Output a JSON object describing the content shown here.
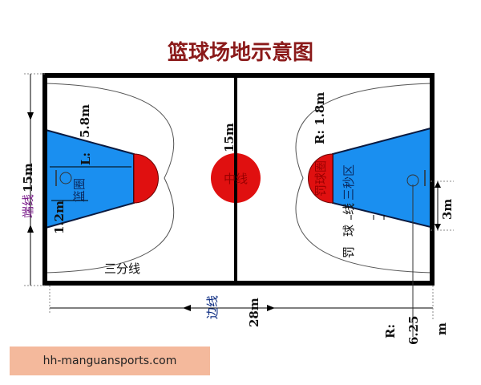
{
  "title": "篮球场地示意图",
  "labels": {
    "end_line": "端线",
    "width": "15m",
    "center_width": "15m",
    "side_line": "边线",
    "length": "28m",
    "key_side": "5.8m",
    "key_L": "L:",
    "hoop_offset": "1.2m",
    "hoop": "篮圈",
    "three_point": "三分线",
    "center_line": "中线",
    "ft_radius": "R: 1.8m",
    "ft_circle": "罚球圈",
    "three_second": "三秒区",
    "ft_line": "罚球线",
    "three_m": "3m",
    "r_label": "R:",
    "r_value": "6.25",
    "r_unit": "m"
  },
  "colors": {
    "key": "#1a8ff0",
    "circle": "#e01010",
    "title": "#8b1a1a",
    "end_line": "#7a1a8a"
  },
  "watermark": "hh-manguansports.com"
}
